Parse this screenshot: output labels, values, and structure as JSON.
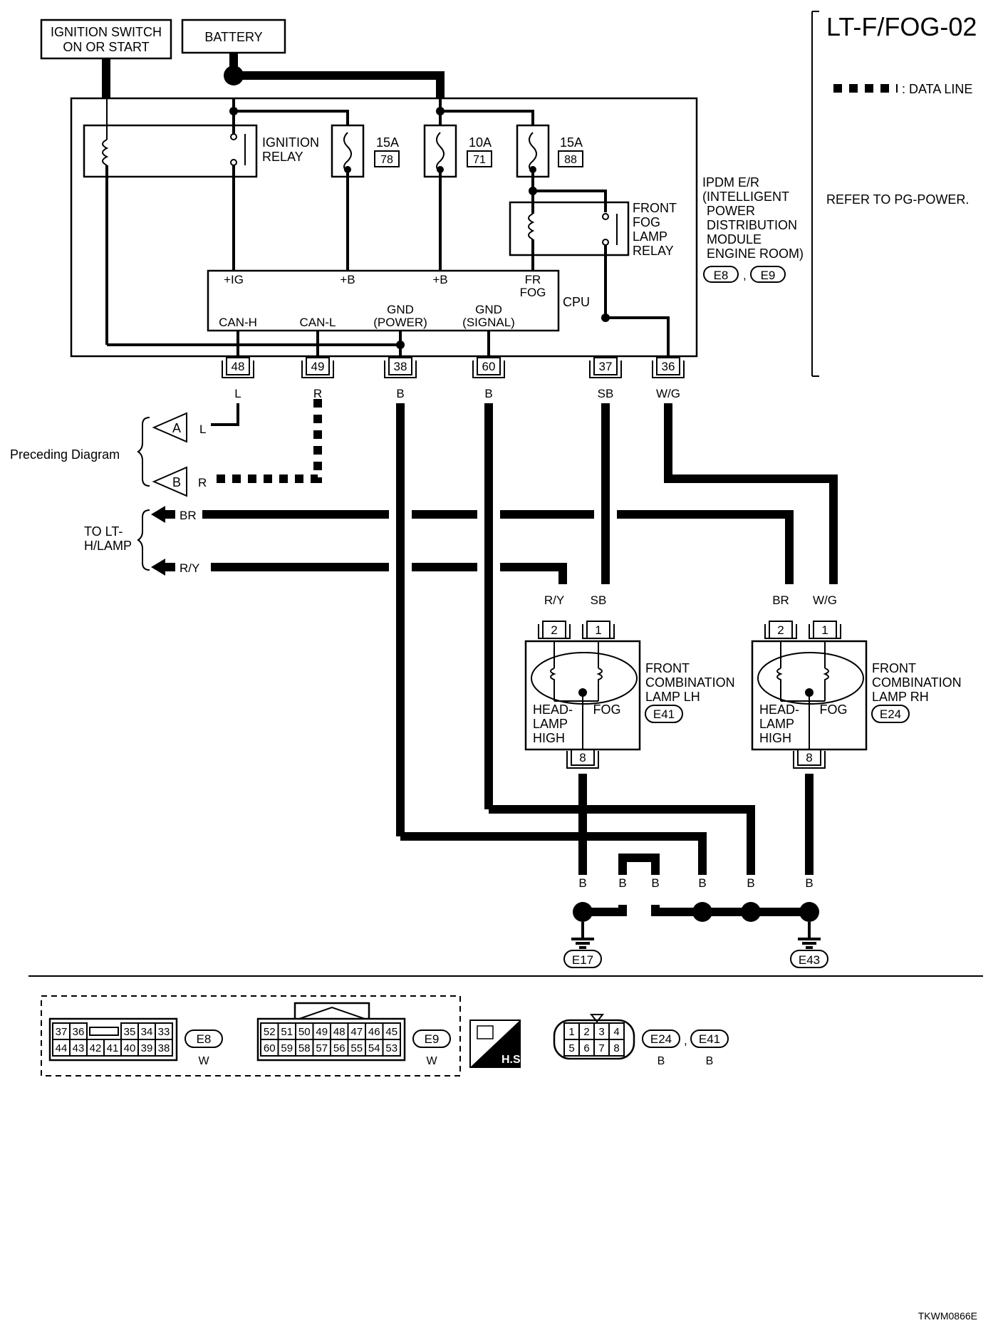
{
  "page": {
    "title": "LT-F/FOG-02",
    "code": "TKWM0866E",
    "legend_data_line": ": DATA LINE",
    "refer_note": "REFER TO PG-POWER."
  },
  "inputs": {
    "ignition_switch": [
      "IGNITION SWITCH",
      "ON OR START"
    ],
    "battery": "BATTERY"
  },
  "ipdm": {
    "label": [
      "IPDM E/R",
      "(INTELLIGENT",
      "POWER",
      "DISTRIBUTION",
      "MODULE",
      "ENGINE ROOM)"
    ],
    "connector_tags": [
      "E8",
      "E9"
    ],
    "ignition_relay": [
      "IGNITION",
      "RELAY"
    ],
    "fog_relay": [
      "FRONT",
      "FOG",
      "LAMP",
      "RELAY"
    ],
    "fuses": [
      {
        "amp": "15A",
        "num": "78"
      },
      {
        "amp": "10A",
        "num": "71"
      },
      {
        "amp": "15A",
        "num": "88"
      }
    ],
    "cpu": {
      "label": "CPU",
      "top_pins": [
        "+IG",
        "+B",
        "+B",
        "FR",
        "FOG"
      ],
      "bottom_pins": [
        "CAN-H",
        "CAN-L",
        "GND",
        "(POWER)",
        "GND",
        "(SIGNAL)"
      ]
    },
    "terminals": [
      "48",
      "49",
      "38",
      "60",
      "37",
      "36"
    ],
    "wire_colors": [
      "L",
      "R",
      "B",
      "B",
      "SB",
      "W/G"
    ]
  },
  "left": {
    "preceding": "Preceding Diagram",
    "conn_a": {
      "letter": "A",
      "color": "L"
    },
    "conn_b": {
      "letter": "B",
      "color": "R"
    },
    "to_lt": [
      "TO LT-",
      "H/LAMP"
    ],
    "br": "BR",
    "ry": "R/Y"
  },
  "lamp_lh": {
    "top_colors": [
      "R/Y",
      "SB"
    ],
    "pins": [
      "2",
      "1"
    ],
    "label": [
      "FRONT",
      "COMBINATION",
      "LAMP LH"
    ],
    "tag": "E41",
    "inner_left": [
      "HEAD-",
      "LAMP",
      "HIGH"
    ],
    "inner_right": "FOG",
    "bottom_pin": "8",
    "bottom_color": "B"
  },
  "lamp_rh": {
    "top_colors": [
      "BR",
      "W/G"
    ],
    "pins": [
      "2",
      "1"
    ],
    "label": [
      "FRONT",
      "COMBINATION",
      "LAMP RH"
    ],
    "tag": "E24",
    "inner_left": [
      "HEAD-",
      "LAMP",
      "HIGH"
    ],
    "inner_right": "FOG",
    "bottom_pin": "8",
    "bottom_color": "B"
  },
  "ground": {
    "wire_labels": [
      "B",
      "B",
      "B",
      "B",
      "B",
      "B"
    ],
    "tags": [
      "E17",
      "E43"
    ]
  },
  "connectors": {
    "e8": {
      "row1": [
        "37",
        "36",
        "35",
        "34",
        "33"
      ],
      "row2": [
        "44",
        "43",
        "42",
        "41",
        "40",
        "39",
        "38"
      ],
      "tag": "E8",
      "color": "W"
    },
    "e9": {
      "row1": [
        "52",
        "51",
        "50",
        "49",
        "48",
        "47",
        "46",
        "45"
      ],
      "row2": [
        "60",
        "59",
        "58",
        "57",
        "56",
        "55",
        "54",
        "53"
      ],
      "tag": "E9",
      "color": "W"
    },
    "hs": "H.S.",
    "lamp": {
      "row1": [
        "1",
        "2",
        "3",
        "4"
      ],
      "row2": [
        "5",
        "6",
        "7",
        "8"
      ],
      "tags": [
        "E24",
        "E41"
      ],
      "colors": [
        "B",
        "B"
      ]
    }
  }
}
